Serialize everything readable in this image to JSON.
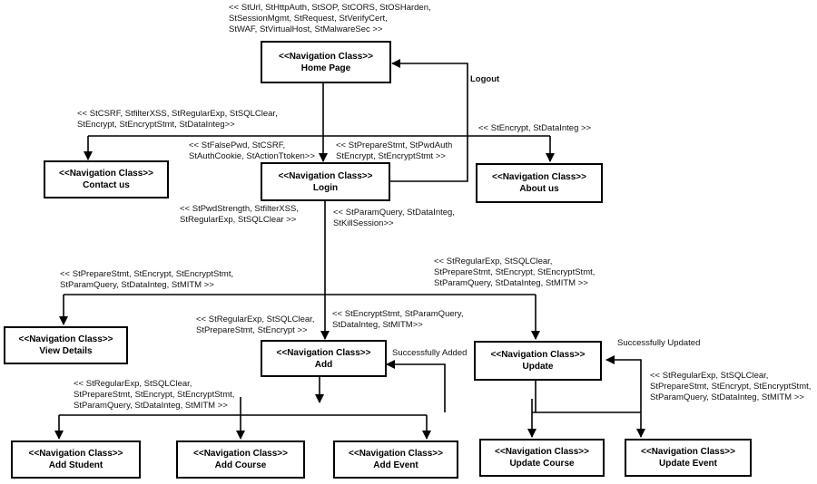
{
  "nodes": {
    "home": {
      "stereotype": "<<Navigation Class>>",
      "name": "Home Page"
    },
    "contact": {
      "stereotype": "<<Navigation Class>>",
      "name": "Contact us"
    },
    "login": {
      "stereotype": "<<Navigation Class>>",
      "name": "Login"
    },
    "about": {
      "stereotype": "<<Navigation Class>>",
      "name": "About us"
    },
    "view": {
      "stereotype": "<<Navigation Class>>",
      "name": "View Details"
    },
    "add": {
      "stereotype": "<<Navigation Class>>",
      "name": "Add"
    },
    "update": {
      "stereotype": "<<Navigation Class>>",
      "name": "Update"
    },
    "add_student": {
      "stereotype": "<<Navigation Class>>",
      "name": "Add Student"
    },
    "add_course": {
      "stereotype": "<<Navigation Class>>",
      "name": "Add Course"
    },
    "add_event": {
      "stereotype": "<<Navigation Class>>",
      "name": "Add Event"
    },
    "update_course": {
      "stereotype": "<<Navigation Class>>",
      "name": "Update Course"
    },
    "update_event": {
      "stereotype": "<<Navigation Class>>",
      "name": "Update Event"
    }
  },
  "annotations": {
    "home_top": "<< StUrl, StHttpAuth, StSOP, StCORS, StOSHarden,\nStSessionMgmt, StRequest, StVerifyCert,\nStWAF, StVirtualHost, StMalwareSec >>",
    "contact_edge": "<< StCSRF, StfilterXSS, StRegularExp, StSQLClear,\nStEncrypt, StEncryptStmt, StDataInteg>>",
    "about_edge": "<< StEncrypt, StDataInteg >>",
    "login_left": "<< StFalsePwd, StCSRF,\nStAuthCookie, StActionTtoken>>",
    "login_right": "<< StPrepareStmt, StPwdAuth\nStEncrypt, StEncryptStmt >>",
    "login_below_left": "<< StPwdStrength, StfilterXSS,\nStRegularExp, StSQLClear >>",
    "login_below_right": "<< StParamQuery, StDataInteg,\nStKillSession>>",
    "view_edge": "<< StPrepareStmt, StEncrypt, StEncryptStmt,\nStParamQuery, StDataInteg, StMITM >>",
    "update_edge": "<< StRegularExp, StSQLClear,\nStPrepareStmt, StEncrypt, StEncryptStmt,\nStParamQuery, StDataInteg, StMITM >>",
    "add_left": "<< StRegularExp, StSQLClear,\nStPrepareStmt, StEncrypt >>",
    "add_right": "<< StEncryptStmt, StParamQuery,\nStDataInteg, StMITM>>",
    "add_children": "<< StRegularExp, StSQLClear,\nStPrepareStmt, StEncrypt, StEncryptStmt,\nStParamQuery, StDataInteg, StMITM >>",
    "update_children": "<< StRegularExp, StSQLClear,\nStPrepareStmt, StEncrypt, StEncryptStmt,\nStParamQuery, StDataInteg, StMITM >>"
  },
  "edge_labels": {
    "logout": "Logout",
    "successfully_added": "Successfully Added",
    "successfully_updated": "Successfully Updated"
  }
}
